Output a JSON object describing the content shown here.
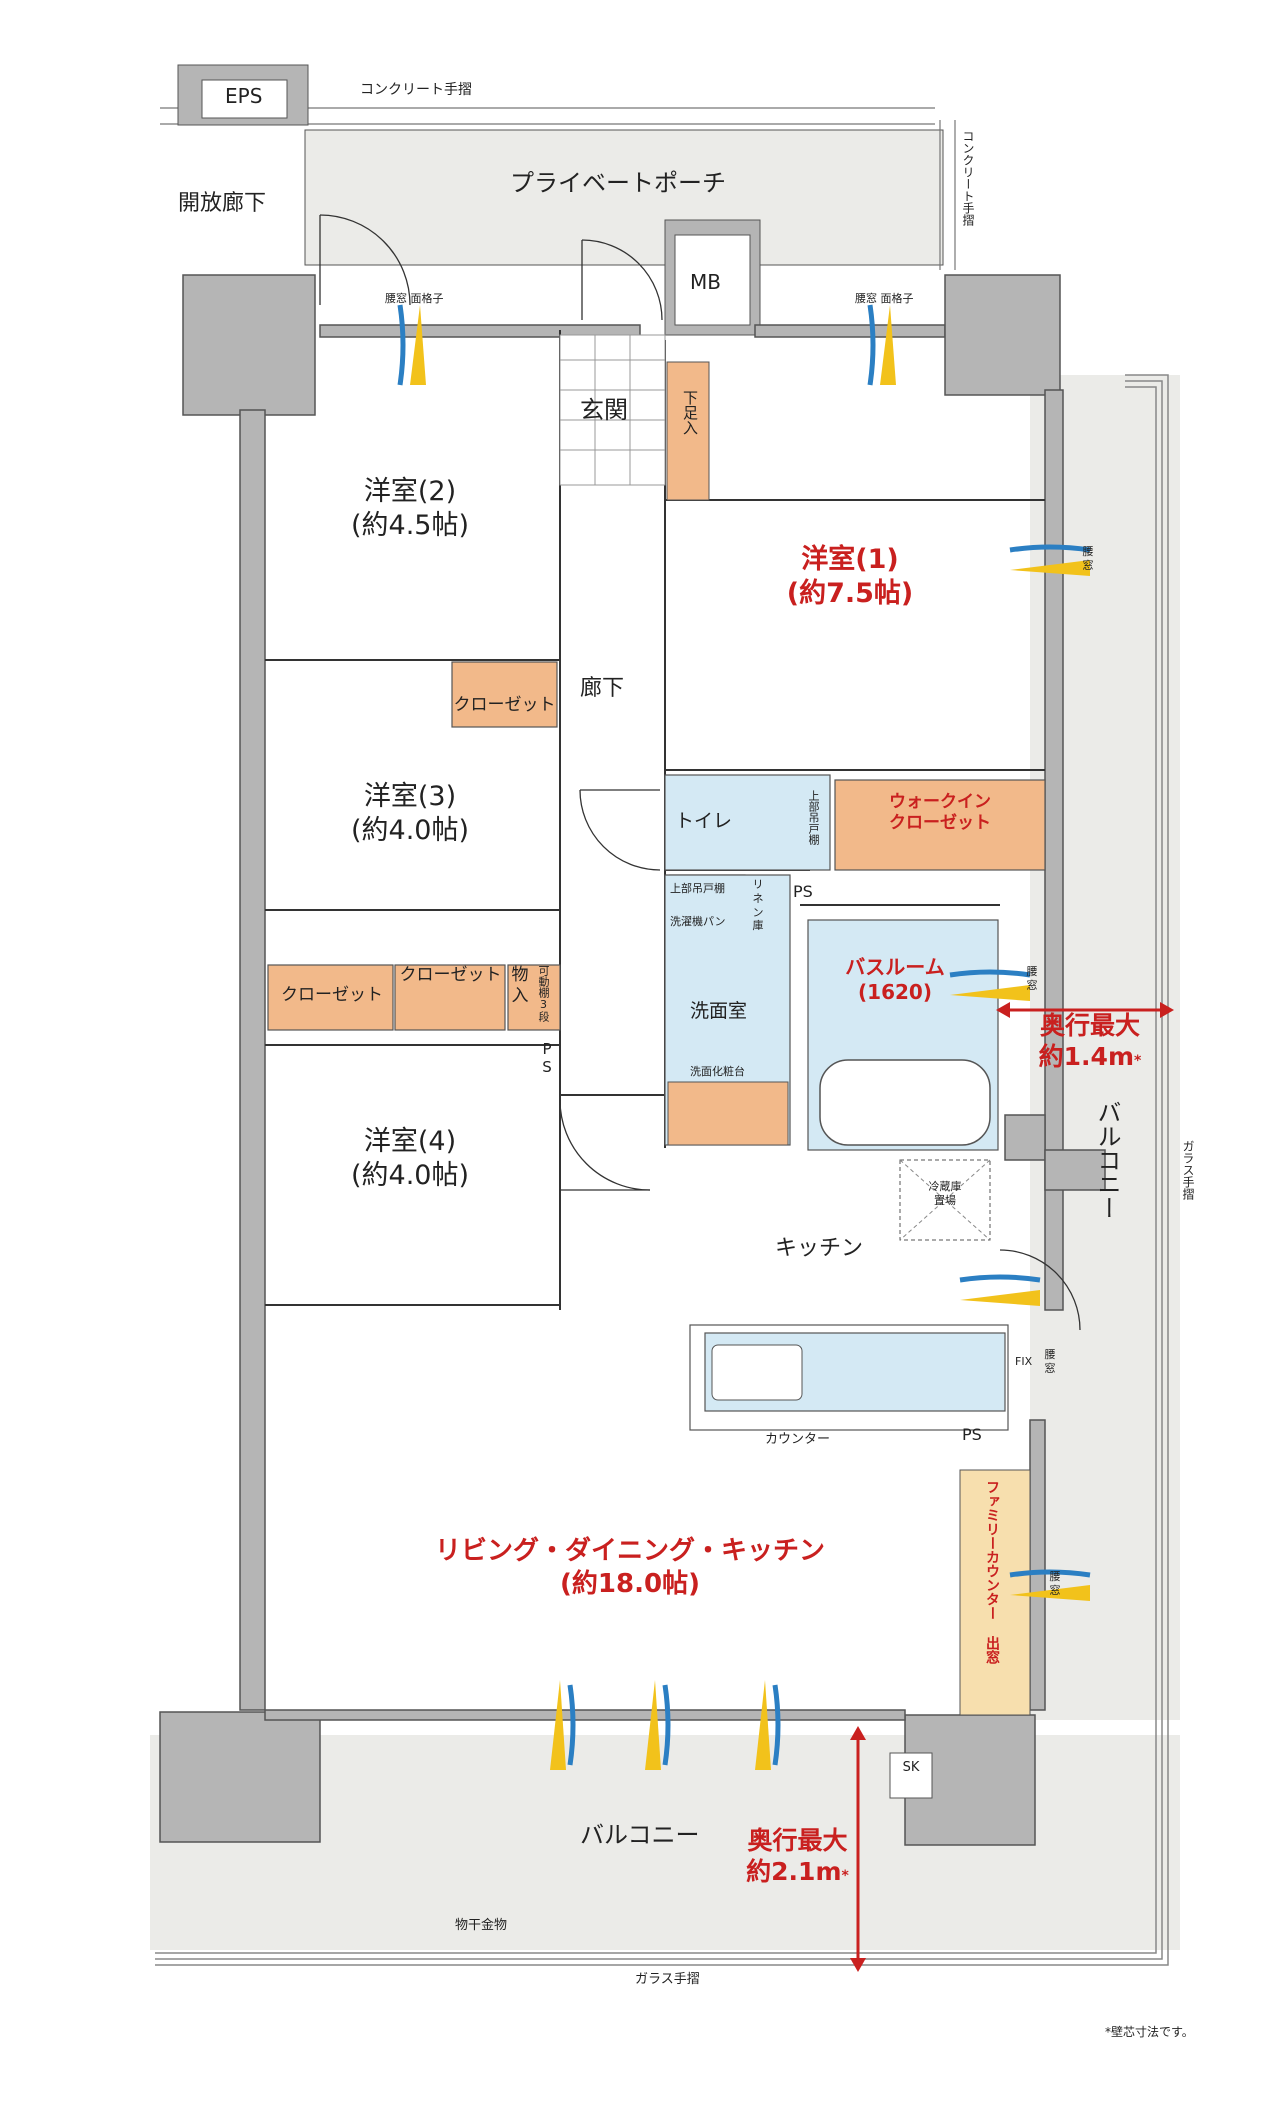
{
  "rooms": {
    "eps": "EPS",
    "open_corridor": "開放廊下",
    "private_porch": "プライベートポーチ",
    "mb": "MB",
    "entrance": "玄関",
    "shoe_closet": "下足入",
    "corridor": "廊下",
    "western_room_2": {
      "name": "洋室(2)",
      "size": "(約4.5帖)"
    },
    "western_room_3": {
      "name": "洋室(3)",
      "size": "(約4.0帖)"
    },
    "western_room_4": {
      "name": "洋室(4)",
      "size": "(約4.0帖)"
    },
    "western_room_1": {
      "name": "洋室(1)",
      "size": "(約7.5帖)"
    },
    "toilet": "トイレ",
    "upper_shelf_toilet": "上部吊戸棚",
    "walk_in_closet": "ウォークイン\nクローゼット",
    "linen": "リネン庫",
    "upper_shelf_wash": "上部吊戸棚",
    "washer_pan": "洗濯機パン",
    "washroom": "洗面室",
    "vanity": "洗面化粧台",
    "bathroom": {
      "name": "バスルーム",
      "size": "(1620)"
    },
    "ps": "PS",
    "fridge": "冷蔵庫\n置場",
    "kitchen": "キッチン",
    "counter": "カウンター",
    "ldk": {
      "name": "リビング・ダイニング・キッチン",
      "size": "(約18.0帖)"
    },
    "family_counter": "ファミリーカウンター 出窓",
    "balcony_east": "バルコニー",
    "balcony_south": "バルコニー",
    "sk": "SK",
    "storage": "物入",
    "movable_shelf": "可動棚3段",
    "closet": "クローゼット"
  },
  "annotations": {
    "concrete_rail_top": "コンクリート手摺",
    "concrete_rail_side": "コンクリート手摺",
    "glass_rail_side": "ガラス手摺",
    "glass_rail_bottom": "ガラス手摺",
    "laundry_hardware": "物干金物",
    "waist_window": "腰窓",
    "waist_window_grille": "腰窓\n面格子",
    "fix": "FIX",
    "footnote": "*壁芯寸法です。"
  },
  "depth_labels": {
    "east": {
      "title": "奥行最大",
      "value": "約1.4m",
      "mark": "*"
    },
    "south": {
      "title": "奥行最大",
      "value": "約2.1m",
      "mark": "*"
    }
  },
  "colors": {
    "wall": "#b5b5b5",
    "wall_stroke": "#555555",
    "balcony": "#ebebe8",
    "closet": "#f2b98a",
    "wet": "#d4e9f4",
    "family_counter": "#f7dfae",
    "accent_red": "#c9201f",
    "airflow_blue": "#2b7fc3",
    "airflow_yellow": "#f2c21b"
  }
}
